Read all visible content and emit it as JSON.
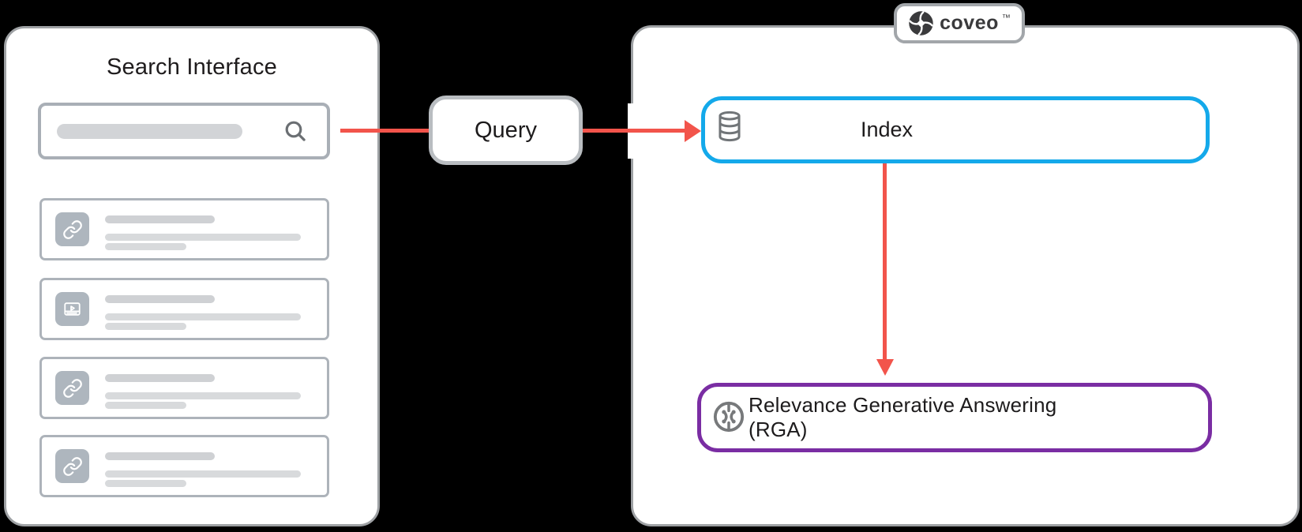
{
  "colors": {
    "background": "#000000",
    "arrow_red": "#F2544B",
    "index_border_blue": "#14A9EA",
    "rga_border_purple": "#7A2DA3",
    "panel_border_gray": "#9EA1A4"
  },
  "search_interface_panel": {
    "title": "Search Interface",
    "search_bar": {
      "icon": "search-icon",
      "placeholder_pill": "skeleton"
    },
    "results": [
      {
        "type": "link result",
        "icon": "link-icon"
      },
      {
        "type": "video result",
        "icon": "video-icon"
      },
      {
        "type": "link result",
        "icon": "link-icon"
      },
      {
        "type": "link result",
        "icon": "link-icon"
      }
    ]
  },
  "query_node": {
    "label": "Query"
  },
  "coveo_panel": {
    "badge": {
      "icon": "coveo-logo-icon",
      "brand": "coveo",
      "trademark": "™"
    },
    "index_node": {
      "icon": "database-icon",
      "label": "Index"
    },
    "rga_node": {
      "icon": "rga-icon",
      "label": "Relevance Generative Answering (RGA)"
    }
  }
}
